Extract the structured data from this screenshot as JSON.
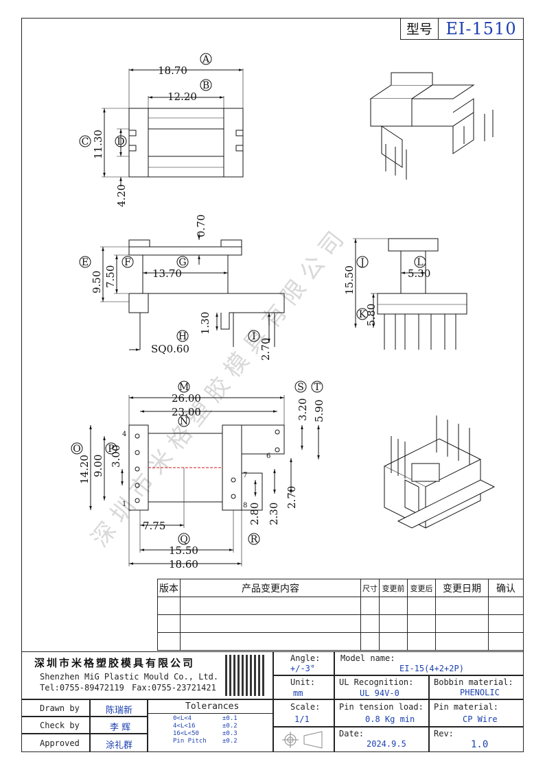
{
  "model_box": {
    "label": "型号",
    "value": "EI-1510"
  },
  "dimensions": {
    "top_view": {
      "A": "18.70",
      "B": "12.20",
      "C": "11.30",
      "D": "4.20"
    },
    "front_view": {
      "E": "9.50",
      "F": "7.50",
      "G": "13.70",
      "top": "0.70",
      "h130": "1.30",
      "H": "SQ0.60",
      "I": "2.70"
    },
    "side_view": {
      "J": "15.50",
      "L": "5.30",
      "K": "5.80"
    },
    "bottom_view": {
      "M": "26.00",
      "N": "23.00",
      "S": "3.20",
      "T": "5.90",
      "O": "14.20",
      "P": "9.00",
      "p3": "3.00",
      "q775": "7.75",
      "Q": "15.50",
      "R": "18.60",
      "r280": "2.80",
      "r230": "2.30",
      "r270": "2.70"
    },
    "pins": {
      "p4": "4",
      "p1": "1",
      "p6": "6",
      "p7": "7",
      "p8": "8"
    },
    "letters": {
      "A": "A",
      "B": "B",
      "C": "C",
      "D": "D",
      "E": "E",
      "F": "F",
      "G": "G",
      "H": "H",
      "I": "I",
      "J": "J",
      "K": "K",
      "L": "L",
      "M": "M",
      "N": "N",
      "O": "O",
      "P": "P",
      "Q": "Q",
      "R": "R",
      "S": "S",
      "T": "T"
    }
  },
  "watermark": "深 圳 市 米 格 塑 胶 模 具 有 限 公 司",
  "revision_table": {
    "headers": [
      "版本",
      "产品变更内容",
      "尺寸",
      "变更前",
      "变更后",
      "变更日期",
      "确认"
    ]
  },
  "title_block": {
    "company_cn": "深圳市米格塑胶模具有限公司",
    "company_en": "Shenzhen MiG Plastic Mould Co., Ltd.",
    "tel": "Tel:0755-89472119",
    "fax": "Fax:0755-23721421",
    "angle_label": "Angle:",
    "angle_value": "+/-3°",
    "unit_label": "Unit:",
    "unit_value": "mm",
    "scale_label": "Scale:",
    "scale_value": "1/1",
    "model_name_label": "Model name:",
    "model_name_value": "EI-15(4+2+2P)",
    "ul_label": "UL Recognition:",
    "ul_value": "UL 94V-0",
    "bobbin_label": "Bobbin material:",
    "bobbin_value": "PHENOLIC",
    "pin_tension_label": "Pin tension load:",
    "pin_tension_value": "0.8 Kg min",
    "pin_material_label": "Pin material:",
    "pin_material_value": "CP Wire",
    "date_label": "Date:",
    "date_value": "2024.9.5",
    "rev_label": "Rev:",
    "rev_value": "1.0",
    "drawn_label": "Drawn by",
    "drawn_value": "陈瑞新",
    "check_label": "Check by",
    "check_value": "李 辉",
    "approved_label": "Approved",
    "approved_value": "涂礼群",
    "tolerances_label": "Tolerances",
    "tolerances": [
      {
        "range": "0<L<4",
        "tol": "±0.1"
      },
      {
        "range": "4<L<16",
        "tol": "±0.2"
      },
      {
        "range": "16<L<50",
        "tol": "±0.3"
      },
      {
        "range": "Pin Pitch",
        "tol": "±0.2"
      }
    ]
  }
}
